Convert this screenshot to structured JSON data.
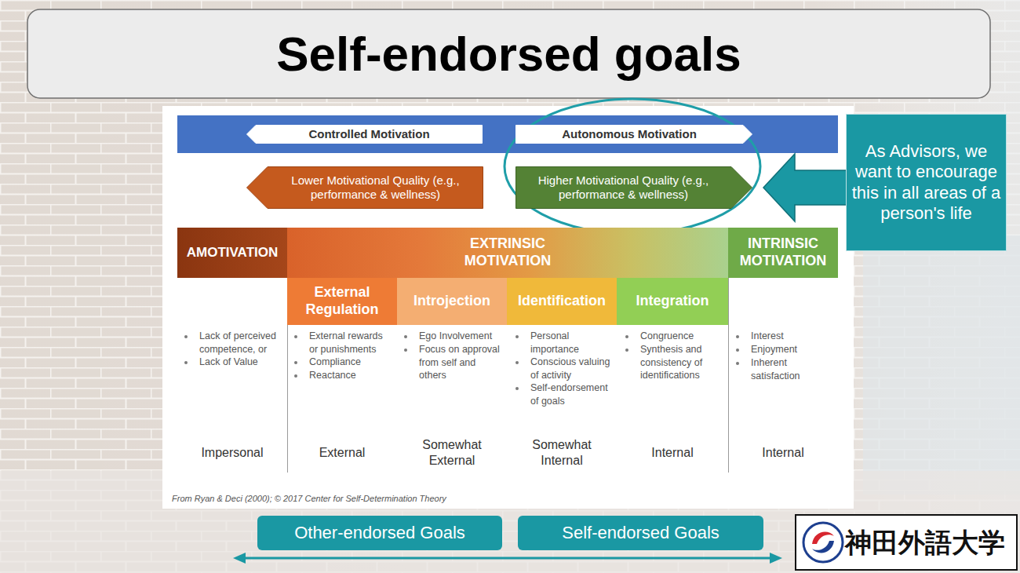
{
  "diagram": {
    "title": "Self-endorsed goals",
    "caption": "From Ryan & Deci (2000); © 2017 Center for Self-Determination Theory",
    "nodes": [
      {
        "text": [
          "Controlled Motivation"
        ]
      },
      {
        "text": [
          "Autonomous Motivation"
        ]
      },
      {
        "text": [
          "Lower Motivational Quality (e.g., performance & wellness)"
        ]
      },
      {
        "text": [
          "Higher Motivational Quality (e.g., performance & wellness)"
        ]
      },
      {
        "text": [
          "AMOTIVATION"
        ]
      },
      {
        "text": [
          "EXTRINSIC MOTIVATION"
        ]
      },
      {
        "text": [
          "INTRINSIC MOTIVATION"
        ]
      },
      {
        "text": [
          "External Regulation"
        ]
      },
      {
        "text": [
          "Introjection"
        ]
      },
      {
        "text": [
          "Identification"
        ]
      },
      {
        "text": [
          "Integration"
        ]
      },
      {
        "text": [
          "As Advisors, we want to encourage this in all areas of a person's life"
        ]
      },
      {
        "text": [
          "Other-endorsed Goals"
        ]
      },
      {
        "text": [
          "Self-endorsed Goals"
        ]
      },
      {
        "text": [
          "神田外語大学"
        ]
      }
    ],
    "edges": [
      {
        "from": 11,
        "to": 3,
        "arrow": "to"
      }
    ],
    "labels": [
      "Lack of perceived competence, or",
      "Lack of Value",
      "External rewards or punishments",
      "Compliance",
      "Reactance",
      "Ego Involvement",
      "Focus on approval from self and others",
      "Personal importance",
      "Conscious valuing of activity",
      "Self-endorsement of goals",
      "Congruence",
      "Synthesis and consistency of identifications",
      "Interest",
      "Enjoyment",
      "Inherent satisfaction",
      "Impersonal",
      "External",
      "Somewhat External",
      "Somewhat Internal",
      "Internal",
      "Internal"
    ]
  }
}
